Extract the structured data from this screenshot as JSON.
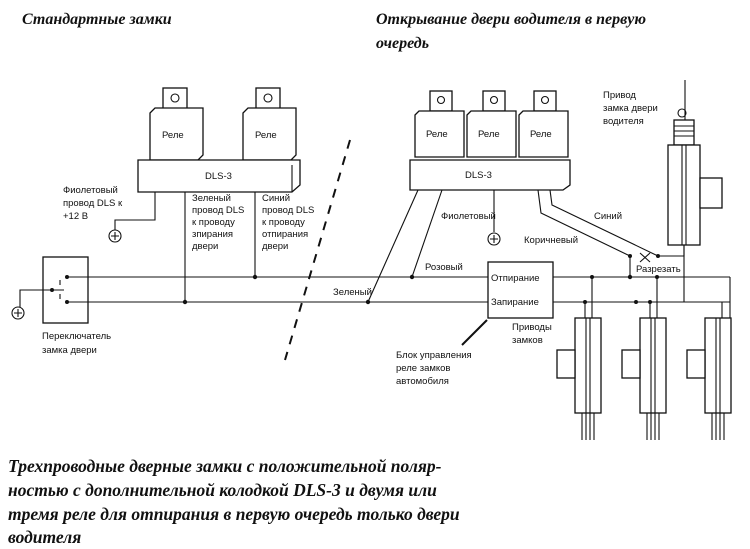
{
  "titles": {
    "left": "Стандартные замки",
    "right_line1": "Открывание двери водителя в первую",
    "right_line2": "очередь"
  },
  "left_diagram": {
    "relay_label": "Реле",
    "module_label": "DLS-3",
    "violet_wire": [
      "Фиолетовый",
      "провод DLS  к",
      "+12 В"
    ],
    "green_wire": [
      "Зеленый",
      "провод DLS",
      "к проводу",
      "зпирания",
      "двери"
    ],
    "blue_wire": [
      "Синий",
      "провод DLS",
      "к проводу",
      "отпирания",
      "двери"
    ],
    "switch_label": [
      "Переключатель",
      "замка двери"
    ]
  },
  "right_diagram": {
    "relay_label": "Реле",
    "module_label": "DLS-3",
    "green": "Зеленый",
    "pink": "Розовый",
    "violet": "Фиолетовый",
    "brown": "Коричневый",
    "blue": "Синий",
    "cut": "Разрезать",
    "driver_actuator": [
      "Привод",
      "замка двери",
      "водителя"
    ],
    "control_unlock": "Отпирание",
    "control_lock": "Запирание",
    "actuators_label": [
      "Приводы",
      "замков"
    ],
    "control_unit_label": [
      "Блок управления",
      "реле замков",
      "автомобиля"
    ]
  },
  "caption": [
    "Трехпроводные дверные замки с положительной поляр-",
    "ностью с дополнительной колодкой DLS-3 и двумя или",
    "тремя реле для отпирания в первую очередь только двери",
    "водителя"
  ]
}
